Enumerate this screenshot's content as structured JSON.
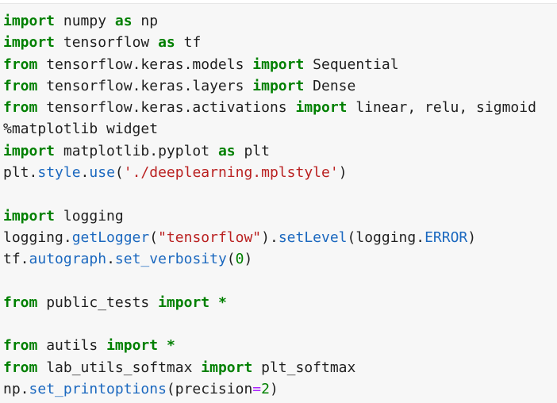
{
  "colors": {
    "background": "#f7f7f7",
    "text": "#1f1f1f",
    "keyword": "#008000",
    "attribute": "#1b68bf",
    "string": "#ba2121",
    "number": "#008000",
    "operator": "#aa22ff"
  },
  "code_lines": [
    [
      {
        "t": "kw",
        "v": "import"
      },
      {
        "t": "txt",
        "v": " numpy "
      },
      {
        "t": "kw",
        "v": "as"
      },
      {
        "t": "txt",
        "v": " np"
      }
    ],
    [
      {
        "t": "kw",
        "v": "import"
      },
      {
        "t": "txt",
        "v": " tensorflow "
      },
      {
        "t": "kw",
        "v": "as"
      },
      {
        "t": "txt",
        "v": " tf"
      }
    ],
    [
      {
        "t": "kw",
        "v": "from"
      },
      {
        "t": "txt",
        "v": " tensorflow.keras.models "
      },
      {
        "t": "kw",
        "v": "import"
      },
      {
        "t": "txt",
        "v": " Sequential"
      }
    ],
    [
      {
        "t": "kw",
        "v": "from"
      },
      {
        "t": "txt",
        "v": " tensorflow.keras.layers "
      },
      {
        "t": "kw",
        "v": "import"
      },
      {
        "t": "txt",
        "v": " Dense"
      }
    ],
    [
      {
        "t": "kw",
        "v": "from"
      },
      {
        "t": "txt",
        "v": " tensorflow.keras.activations "
      },
      {
        "t": "kw",
        "v": "import"
      },
      {
        "t": "txt",
        "v": " linear, relu, sigmoid"
      }
    ],
    [
      {
        "t": "txt",
        "v": "%matplotlib widget"
      }
    ],
    [
      {
        "t": "kw",
        "v": "import"
      },
      {
        "t": "txt",
        "v": " matplotlib.pyplot "
      },
      {
        "t": "kw",
        "v": "as"
      },
      {
        "t": "txt",
        "v": " plt"
      }
    ],
    [
      {
        "t": "txt",
        "v": "plt."
      },
      {
        "t": "attr",
        "v": "style"
      },
      {
        "t": "txt",
        "v": "."
      },
      {
        "t": "attr",
        "v": "use"
      },
      {
        "t": "txt",
        "v": "("
      },
      {
        "t": "str",
        "v": "'./deeplearning.mplstyle'"
      },
      {
        "t": "txt",
        "v": ")"
      }
    ],
    [],
    [
      {
        "t": "kw",
        "v": "import"
      },
      {
        "t": "txt",
        "v": " logging"
      }
    ],
    [
      {
        "t": "txt",
        "v": "logging."
      },
      {
        "t": "attr",
        "v": "getLogger"
      },
      {
        "t": "txt",
        "v": "("
      },
      {
        "t": "str",
        "v": "\"tensorflow\""
      },
      {
        "t": "txt",
        "v": ")."
      },
      {
        "t": "attr",
        "v": "setLevel"
      },
      {
        "t": "txt",
        "v": "(logging."
      },
      {
        "t": "attr",
        "v": "ERROR"
      },
      {
        "t": "txt",
        "v": ")"
      }
    ],
    [
      {
        "t": "txt",
        "v": "tf."
      },
      {
        "t": "attr",
        "v": "autograph"
      },
      {
        "t": "txt",
        "v": "."
      },
      {
        "t": "attr",
        "v": "set_verbosity"
      },
      {
        "t": "txt",
        "v": "("
      },
      {
        "t": "num",
        "v": "0"
      },
      {
        "t": "txt",
        "v": ")"
      }
    ],
    [],
    [
      {
        "t": "kw",
        "v": "from"
      },
      {
        "t": "txt",
        "v": " public_tests "
      },
      {
        "t": "kw",
        "v": "import"
      },
      {
        "t": "txt",
        "v": " "
      },
      {
        "t": "kw",
        "v": "*"
      }
    ],
    [],
    [
      {
        "t": "kw",
        "v": "from"
      },
      {
        "t": "txt",
        "v": " autils "
      },
      {
        "t": "kw",
        "v": "import"
      },
      {
        "t": "txt",
        "v": " "
      },
      {
        "t": "kw",
        "v": "*"
      }
    ],
    [
      {
        "t": "kw",
        "v": "from"
      },
      {
        "t": "txt",
        "v": " lab_utils_softmax "
      },
      {
        "t": "kw",
        "v": "import"
      },
      {
        "t": "txt",
        "v": " plt_softmax"
      }
    ],
    [
      {
        "t": "txt",
        "v": "np."
      },
      {
        "t": "attr",
        "v": "set_printoptions"
      },
      {
        "t": "txt",
        "v": "(precision"
      },
      {
        "t": "op",
        "v": "="
      },
      {
        "t": "num",
        "v": "2"
      },
      {
        "t": "txt",
        "v": ")"
      }
    ]
  ]
}
